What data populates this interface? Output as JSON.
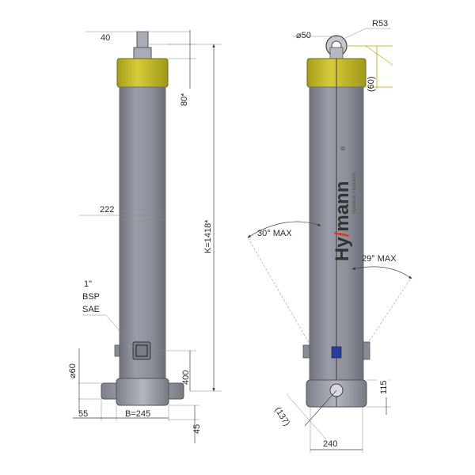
{
  "left_view": {
    "dim_top_width": "40",
    "dim_collar": "80*",
    "dim_total_length": "K=1418*",
    "dim_diameter": "222",
    "port_label_line1": "1\"",
    "port_label_line2": "BSP",
    "port_label_line3": "SAE",
    "dim_pin_diameter": "⌀60",
    "dim_pin_height": "400",
    "dim_foot_overhang": "55",
    "dim_base_width": "B=245",
    "dim_base_offset": "45"
  },
  "right_view": {
    "dim_eye_diameter": "⌀50",
    "dim_eye_radius": "R53",
    "dim_eye_height": "(60)",
    "angle_left": "30° MAX",
    "angle_right": "29° MAX",
    "dim_base_height": "115",
    "dim_diagonal": "(137)",
    "dim_base_width": "240"
  },
  "brand": {
    "name_part1": "Hy",
    "name_part2": "mann",
    "slash": "/",
    "registered": "®",
    "tagline": "Hydraulic-Hydraulik"
  },
  "colors": {
    "barrel": "#8c8f99",
    "collar": "#c9c02a",
    "brand_accent": "#d93a2b",
    "port_marker": "#2a3c9c"
  }
}
